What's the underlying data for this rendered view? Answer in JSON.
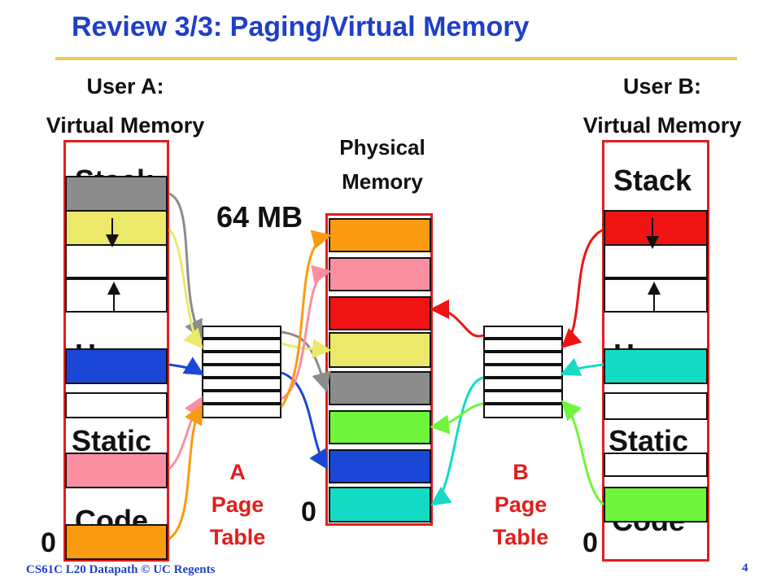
{
  "title": "Review 3/3: Paging/Virtual Memory",
  "user_a": {
    "line1": "User A:",
    "line2": "Virtual Memory"
  },
  "user_b": {
    "line1": "User B:",
    "line2": "Virtual Memory"
  },
  "physical": {
    "line1": "Physical",
    "line2": "Memory",
    "top_label": "64 MB",
    "zero_label": "0"
  },
  "inf_glyph": "",
  "a_segments": {
    "stack": "Stack",
    "heap": "Heap",
    "static": "Static",
    "code": "Code",
    "zero": "0"
  },
  "b_segments": {
    "stack": "Stack",
    "heap": "Heap",
    "static": "Static",
    "code": "Code",
    "zero": "0"
  },
  "a_page_table": {
    "line1": "A",
    "line2": "Page",
    "line3": "Table"
  },
  "b_page_table": {
    "line1": "B",
    "line2": "Page",
    "line3": "Table"
  },
  "footer": "CS61C L20 Datapath © UC Regents",
  "page_number": "4",
  "colors": {
    "border": "#e01e1e",
    "gray": "#8c8c8c",
    "yellow": "#ece86a",
    "blue": "#1a47d6",
    "pink": "#fb8fa2",
    "orange": "#fa9b12",
    "red": "#ef1313",
    "cyan": "#13dbc4",
    "green": "#6ef53c"
  }
}
